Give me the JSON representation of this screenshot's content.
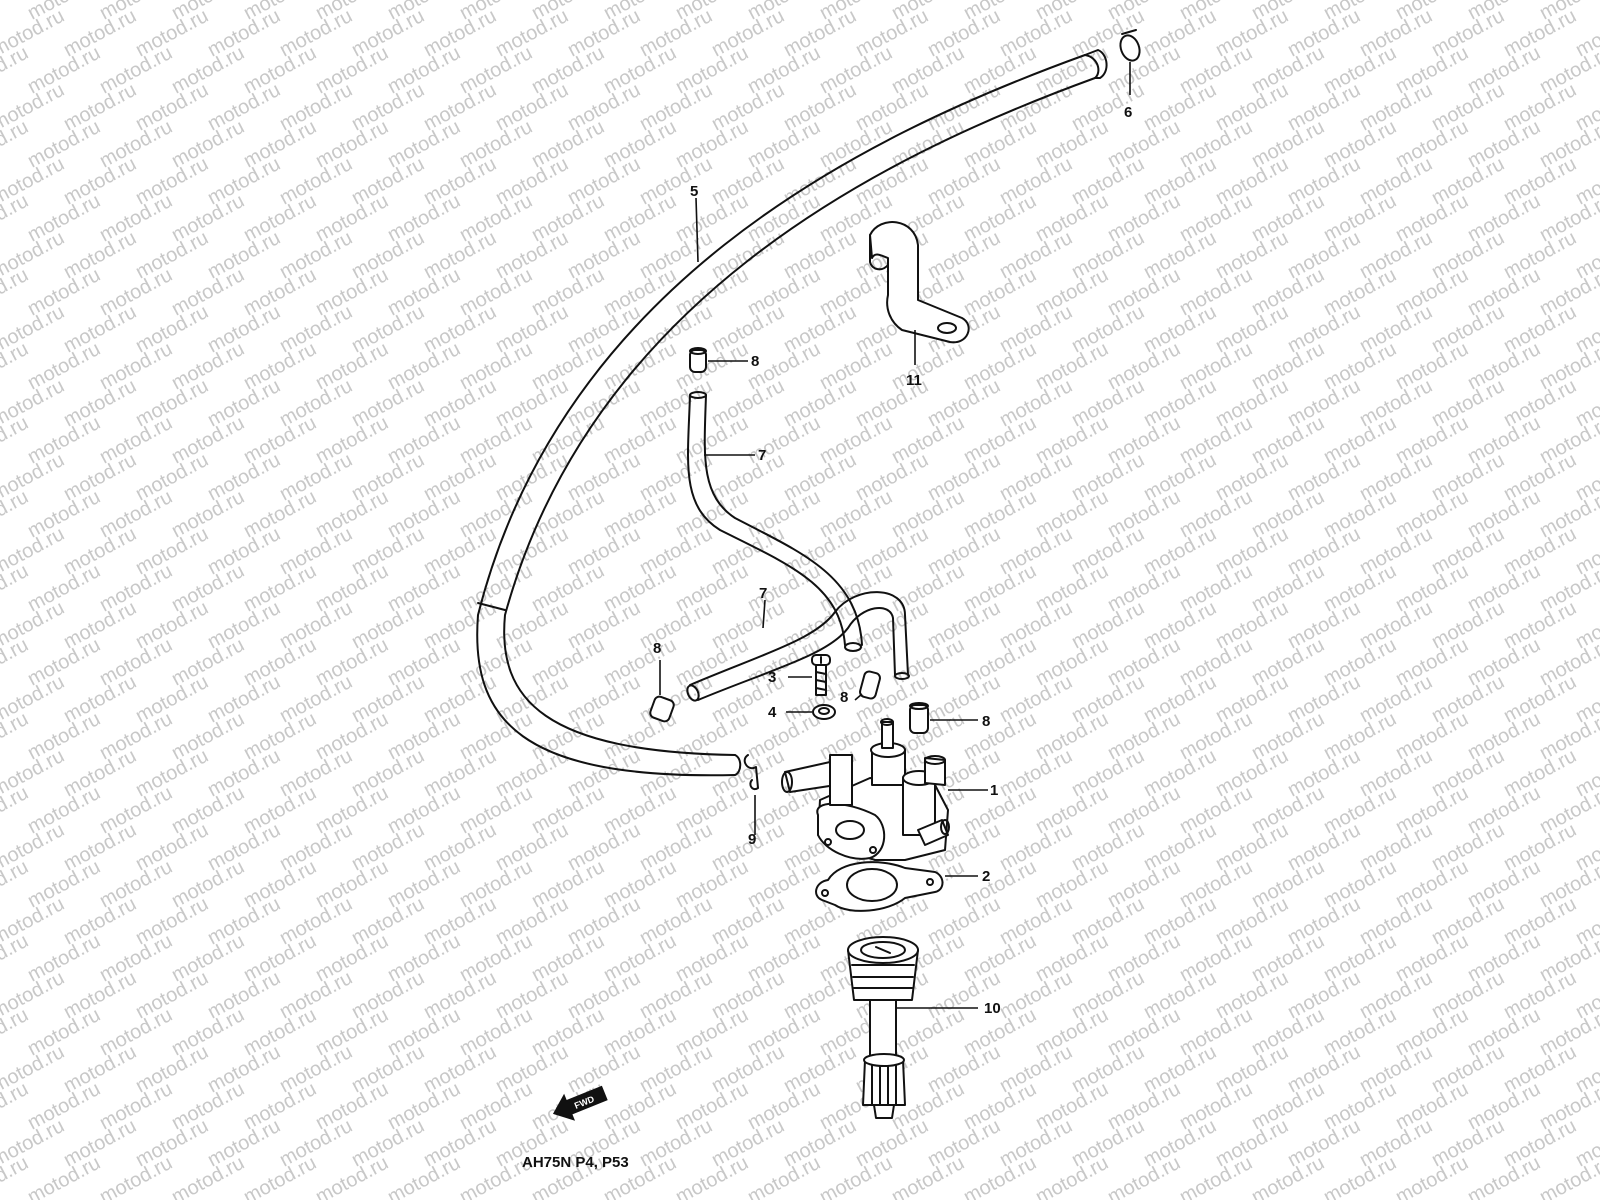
{
  "watermark": {
    "text": "motod.ru"
  },
  "caption": {
    "model_text": "AH75N P4, P53"
  },
  "forward_marker": {
    "label": "FWD"
  },
  "callouts": {
    "c1": "1",
    "c2": "2",
    "c3": "3",
    "c4": "4",
    "c5": "5",
    "c6": "6",
    "c7a": "7",
    "c7b": "7",
    "c8a": "8",
    "c8b": "8",
    "c8c": "8",
    "c8d": "8",
    "c9": "9",
    "c10": "10",
    "c11": "11"
  }
}
